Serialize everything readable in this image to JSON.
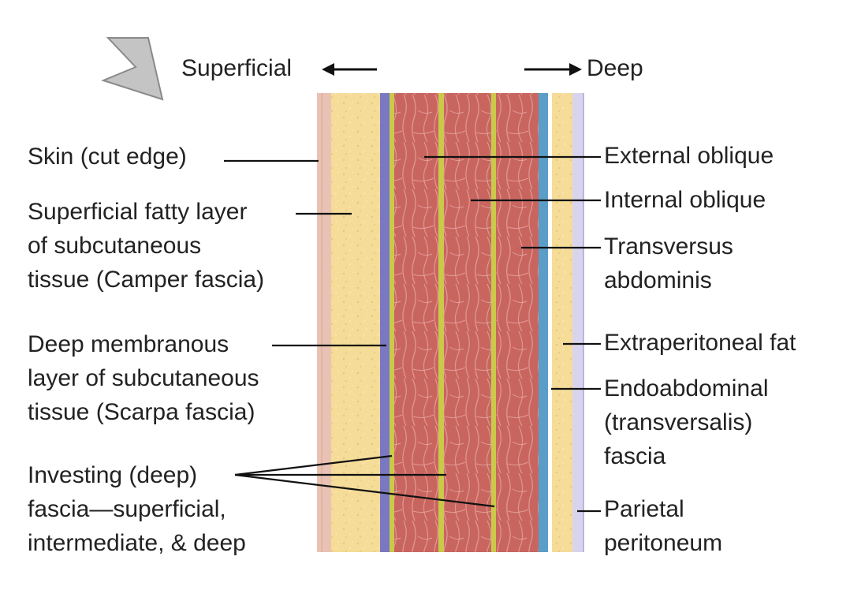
{
  "header": {
    "superficial": "Superficial",
    "deep": "Deep"
  },
  "labels_left": {
    "skin": "Skin (cut edge)",
    "camper": [
      "Superficial fatty layer",
      "of subcutaneous",
      "tissue (Camper fascia)"
    ],
    "scarpa": [
      "Deep membranous",
      "layer of subcutaneous",
      "tissue (Scarpa fascia)"
    ],
    "investing": [
      "Investing (deep)",
      "fascia—superficial,",
      "intermediate, & deep"
    ]
  },
  "labels_right": {
    "external_oblique": "External oblique",
    "internal_oblique": "Internal oblique",
    "transversus": [
      "Transversus",
      "abdominis"
    ],
    "extraperitoneal": "Extraperitoneal fat",
    "endoabdominal": [
      "Endoabdominal",
      "(transversalis)",
      "fascia"
    ],
    "peritoneum": [
      "Parietal",
      "peritoneum"
    ]
  },
  "colors": {
    "skin": "#e9c2b4",
    "fat": "#f5dc98",
    "scarpa": "#7a78c0",
    "muscle": "#c9655f",
    "muscle_fiber": "#e9a9a4",
    "investing_fascia": "#c9c94a",
    "transversalis": "#5a9ec8",
    "peritoneum": "#d9d4ee"
  }
}
